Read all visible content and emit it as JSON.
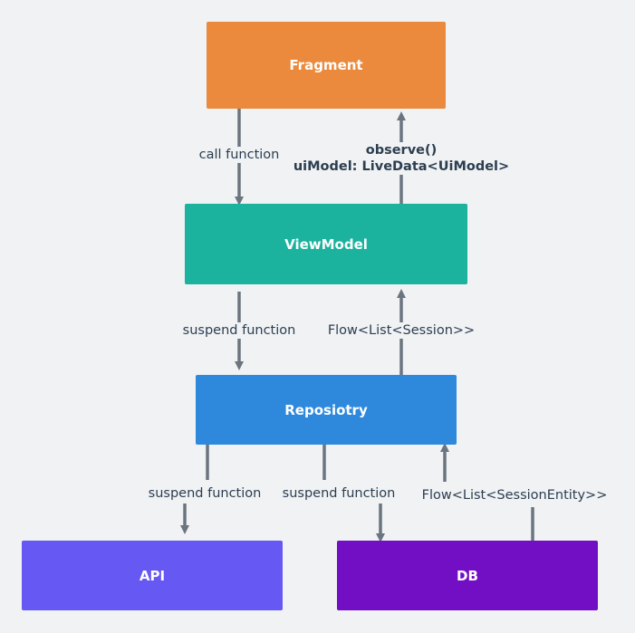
{
  "nodes": {
    "fragment": {
      "label": "Fragment",
      "color": "#eb8a3c"
    },
    "viewmodel": {
      "label": "ViewModel",
      "color": "#1bb29e"
    },
    "repository": {
      "label": "Reposiotry",
      "color": "#2e89dd"
    },
    "api": {
      "label": "API",
      "color": "#6658f2"
    },
    "db": {
      "label": "DB",
      "color": "#720fc4"
    }
  },
  "edges": {
    "fragment_to_viewmodel": {
      "label": "call function"
    },
    "viewmodel_to_fragment": {
      "line1": "observe()",
      "line2": "uiModel: LiveData<UiModel>"
    },
    "viewmodel_to_repository": {
      "label": "suspend function"
    },
    "repository_to_viewmodel": {
      "label": "Flow<List<Session>>"
    },
    "repository_to_api": {
      "label": "suspend function"
    },
    "repository_to_db": {
      "label": "suspend function"
    },
    "db_to_repository": {
      "label": "Flow<List<SessionEntity>>"
    }
  },
  "colors": {
    "edge": "#6b7580",
    "background": "#f0f2f4",
    "text": "#2c3e50"
  }
}
